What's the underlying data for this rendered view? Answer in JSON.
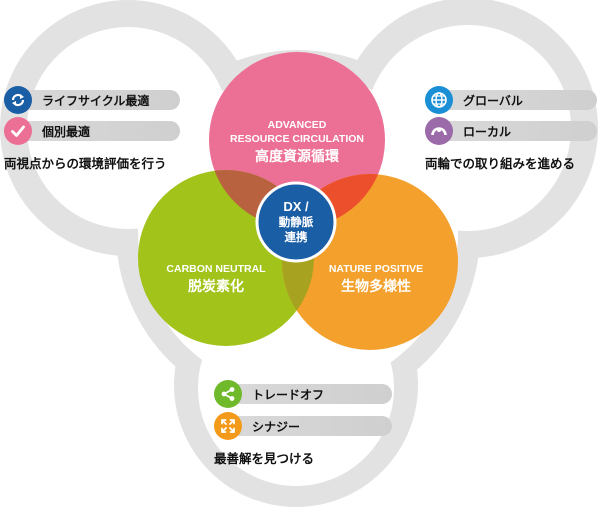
{
  "circles": {
    "top": {
      "en1": "ADVANCED",
      "en2": "RESOURCE CIRCULATION",
      "ja": "高度資源循環",
      "color": "#ec6f95"
    },
    "left": {
      "en": "CARBON NEUTRAL",
      "ja": "脱炭素化",
      "color": "#a2c31a"
    },
    "right": {
      "en": "NATURE POSITIVE",
      "ja": "生物多様性",
      "color": "#f3a12c"
    },
    "center": {
      "l1": "DX /",
      "l2": "動静脈",
      "l3": "連携",
      "color": "#1a5ea6"
    }
  },
  "groups": {
    "left": {
      "items": [
        {
          "label": "ライフサイクル最適",
          "icon": "cycle-arrows-icon",
          "color": "#1a5ea6"
        },
        {
          "label": "個別最適",
          "icon": "checkmark-icon",
          "color": "#ec6f95"
        }
      ],
      "caption": "両視点からの環境評価を行う"
    },
    "right": {
      "items": [
        {
          "label": "グローバル",
          "icon": "globe-icon",
          "color": "#1a8fd6"
        },
        {
          "label": "ローカル",
          "icon": "local-arc-icon",
          "color": "#9b6aa8"
        }
      ],
      "caption": "両輪での取り組みを進める"
    },
    "bottom": {
      "items": [
        {
          "label": "トレードオフ",
          "icon": "share-icon",
          "color": "#6fb92b"
        },
        {
          "label": "シナジー",
          "icon": "synergy-arrows-icon",
          "color": "#f39a1a"
        }
      ],
      "caption": "最善解を見つける"
    }
  }
}
